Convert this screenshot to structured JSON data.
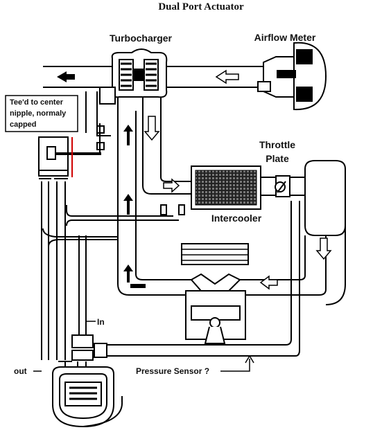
{
  "title": "Dual Port Actuator",
  "labels": {
    "turbocharger": "Turbocharger",
    "airflow_meter": "Airflow Meter",
    "throttle_line1": "Throttle",
    "throttle_line2": "Plate",
    "intercooler": "Intercooler",
    "in": "In",
    "out": "out",
    "pressure_sensor": "Pressure Sensor ?"
  },
  "note": {
    "line1": "Tee'd to center",
    "line2": "nipple, normaly",
    "line3": "capped"
  },
  "colors": {
    "line": "#000000",
    "note_line": "#d00000",
    "background": "#ffffff"
  }
}
